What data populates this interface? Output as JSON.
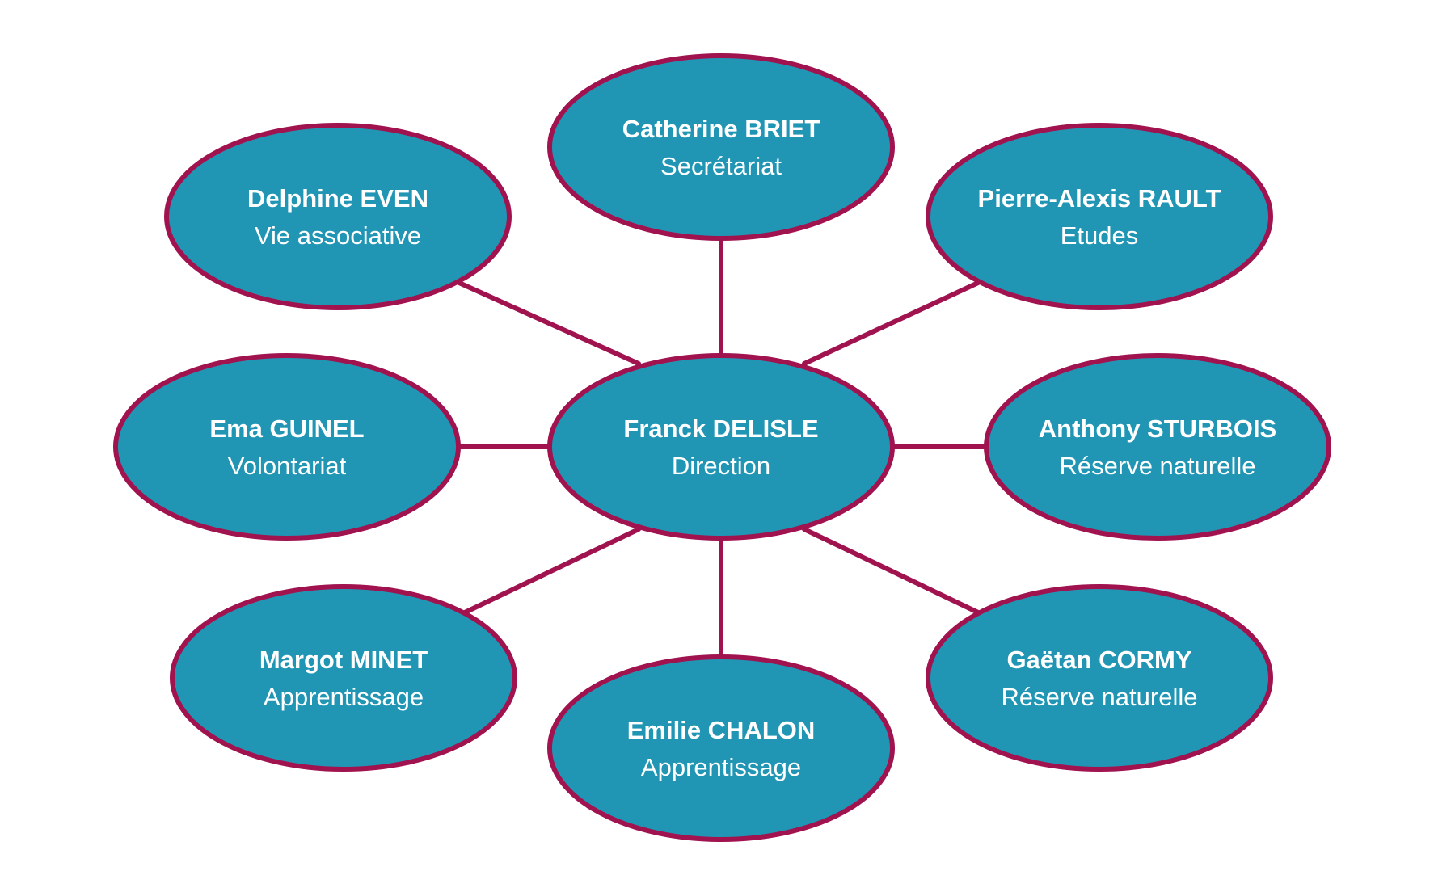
{
  "colors": {
    "node_fill": "#2196b4",
    "node_border": "#a0134f",
    "connector": "#a0134f",
    "text": "#ffffff"
  },
  "center": {
    "name": "Franck DELISLE",
    "role": "Direction"
  },
  "members": [
    {
      "id": "catherine-briet",
      "name": "Catherine BRIET",
      "role": "Secrétariat"
    },
    {
      "id": "pierre-alexis-rault",
      "name": "Pierre-Alexis RAULT",
      "role": "Etudes"
    },
    {
      "id": "anthony-sturbois",
      "name": "Anthony STURBOIS",
      "role": "Réserve naturelle"
    },
    {
      "id": "gaetan-cormy",
      "name": "Gaëtan CORMY",
      "role": "Réserve naturelle"
    },
    {
      "id": "emilie-chalon",
      "name": "Emilie CHALON",
      "role": "Apprentissage"
    },
    {
      "id": "margot-minet",
      "name": "Margot MINET",
      "role": "Apprentissage"
    },
    {
      "id": "ema-guinel",
      "name": "Ema GUINEL",
      "role": "Volontariat"
    },
    {
      "id": "delphine-even",
      "name": "Delphine EVEN",
      "role": "Vie associative"
    }
  ]
}
